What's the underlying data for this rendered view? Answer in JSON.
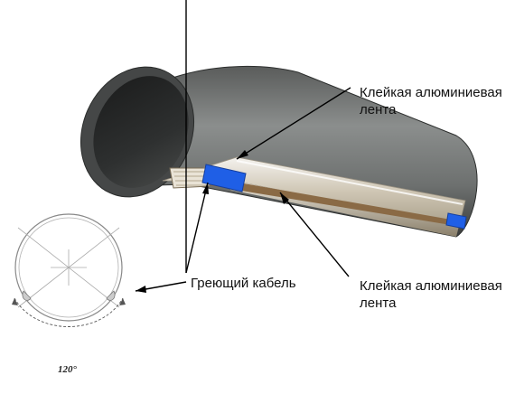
{
  "labels": {
    "tape_top_line1": "Клейкая алюминиевая",
    "tape_top_line2": "лента",
    "tape_bottom_line1": "Клейкая алюминиевая",
    "tape_bottom_line2": "лента",
    "heating_cable": "Греющий кабель"
  },
  "inset": {
    "angle": "120°"
  },
  "colors": {
    "pipe_dark": "#3b3d3c",
    "pipe_light": "#8b8e8d",
    "cable_blue": "#1f5fe6",
    "foil": "#d9d2c3",
    "leader_lines": "#000000"
  }
}
